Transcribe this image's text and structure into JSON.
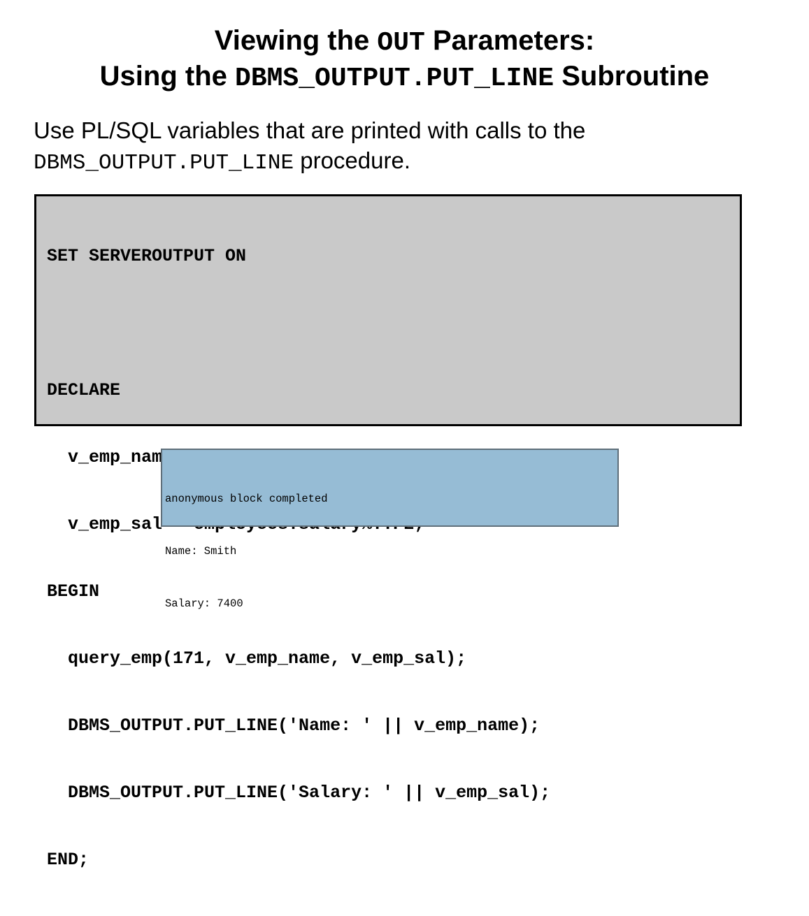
{
  "title": {
    "line1_prefix": "Viewing the ",
    "line1_code": "OUT",
    "line1_suffix": " Parameters:",
    "line2_prefix": "Using the ",
    "line2_code": "DBMS_OUTPUT.PUT_LINE",
    "line2_suffix": " Subroutine"
  },
  "intro": {
    "line1": "Use PL/SQL variables that are printed with calls to the",
    "line2_code": "DBMS_OUTPUT.PUT_LINE",
    "line2_suffix": " procedure."
  },
  "code": {
    "lines": [
      "SET SERVEROUTPUT ON",
      "",
      "DECLARE",
      "  v_emp_name employees.last_name%TYPE;",
      "  v_emp_sal   employees.salary%TYPE;",
      "BEGIN",
      "  query_emp(171, v_emp_name, v_emp_sal);",
      "  DBMS_OUTPUT.PUT_LINE('Name: ' || v_emp_name);",
      "  DBMS_OUTPUT.PUT_LINE('Salary: ' || v_emp_sal);",
      "END;"
    ]
  },
  "output": {
    "lines": [
      "anonymous block completed",
      "Name: Smith",
      "Salary: 7400"
    ]
  }
}
